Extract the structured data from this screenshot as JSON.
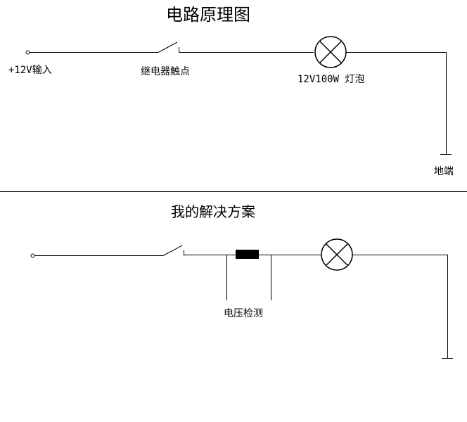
{
  "top_diagram": {
    "title": "电路原理图",
    "input_label": "+12V输入",
    "relay_label": "继电器触点",
    "lamp_label": "12V100W 灯泡",
    "ground_label": "地端"
  },
  "bottom_diagram": {
    "title": "我的解决方案",
    "sensor_label": "电压检测"
  },
  "colors": {
    "line": "#000000",
    "background": "#ffffff"
  }
}
